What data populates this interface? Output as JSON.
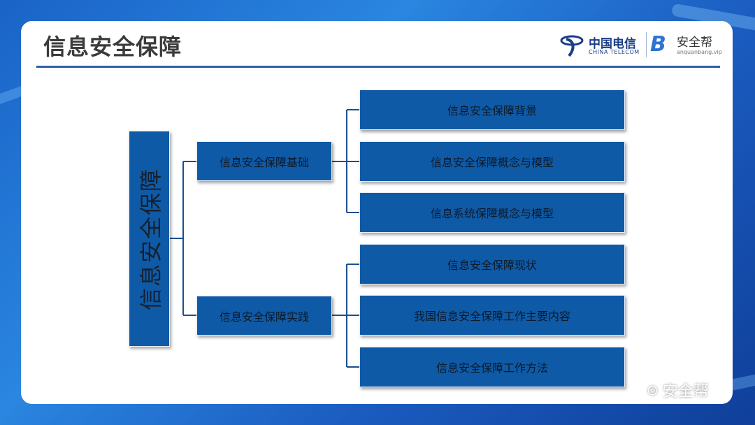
{
  "slide": {
    "title": "信息安全保障"
  },
  "logos": {
    "telecom_cn": "中国电信",
    "telecom_en": "CHINA TELECOM",
    "anquanbang_cn": "安全帮",
    "anquanbang_en": "anquanbang.vip",
    "anquanbang_letter": "B"
  },
  "diagram": {
    "root": "信息安全保障",
    "branches": [
      {
        "label": "信息安全保障基础",
        "children": [
          "信息安全保障背景",
          "信息安全保障概念与模型",
          "信息系统保障概念与模型"
        ]
      },
      {
        "label": "信息安全保障实践",
        "children": [
          "信息安全保障现状",
          "我国信息安全保障工作主要内容",
          "信息安全保障工作方法"
        ]
      }
    ]
  },
  "watermark": {
    "text": "安全帮",
    "icon": "wechat-icon"
  },
  "colors": {
    "box_fill": "#0f5aa6",
    "rule": "#2d5fa8",
    "connector": "#1d4f8f"
  }
}
